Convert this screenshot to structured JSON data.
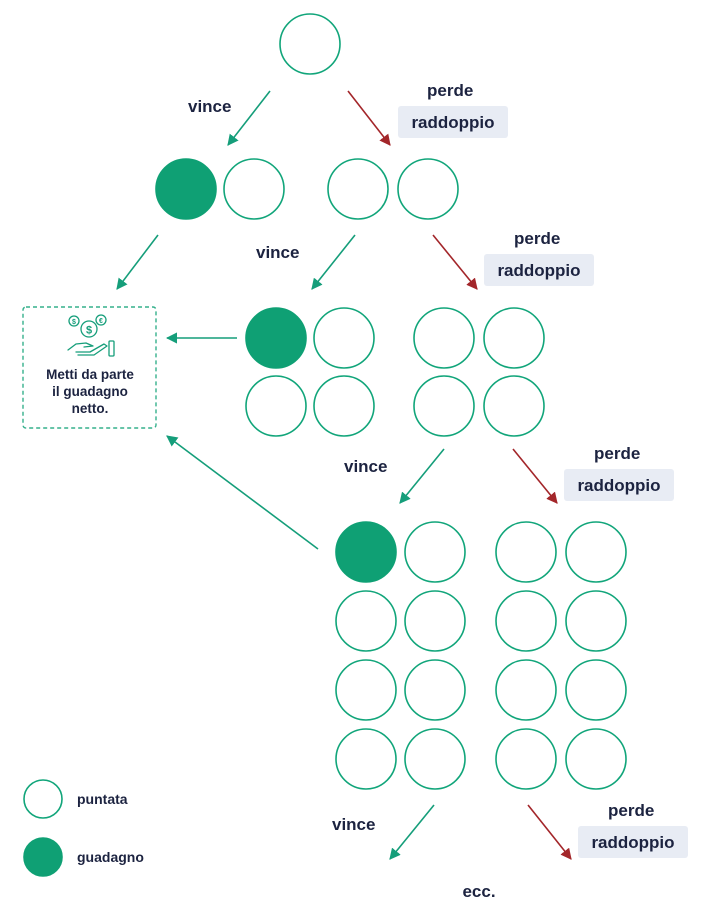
{
  "labels": {
    "win": "vince",
    "lose": "perde",
    "double": "raddoppio",
    "etc": "ecc."
  },
  "save_box": {
    "line1": "Metti da parte",
    "line2": "il guadagno",
    "line3": "netto."
  },
  "legend": {
    "bet": "puntata",
    "gain": "guadagno"
  },
  "colors": {
    "green": "#0fa074",
    "loss_arrow": "#a3262a",
    "text": "#1c2340",
    "tag_background": "#e8ecf4"
  },
  "icons": {
    "save_icon": "hand-holding-coins-icon"
  }
}
